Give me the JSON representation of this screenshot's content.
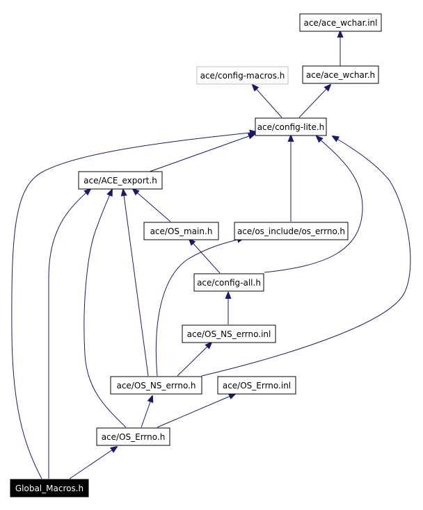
{
  "graph": {
    "nodes": [
      {
        "id": "ace_wchar_inl",
        "label": "ace/ace_wchar.inl"
      },
      {
        "id": "config_macros",
        "label": "ace/config-macros.h",
        "style": "dimmed"
      },
      {
        "id": "ace_wchar_h",
        "label": "ace/ace_wchar.h"
      },
      {
        "id": "config_lite",
        "label": "ace/config-lite.h"
      },
      {
        "id": "ace_export",
        "label": "ace/ACE_export.h"
      },
      {
        "id": "os_main",
        "label": "ace/OS_main.h"
      },
      {
        "id": "os_include_errno",
        "label": "ace/os_include/os_errno.h"
      },
      {
        "id": "config_all",
        "label": "ace/config-all.h"
      },
      {
        "id": "os_ns_errno_inl",
        "label": "ace/OS_NS_errno.inl"
      },
      {
        "id": "os_ns_errno_h",
        "label": "ace/OS_NS_errno.h"
      },
      {
        "id": "os_errno_inl",
        "label": "ace/OS_Errno.inl"
      },
      {
        "id": "os_errno_h",
        "label": "ace/OS_Errno.h"
      },
      {
        "id": "global_macros",
        "label": "Global_Macros.h",
        "style": "root"
      }
    ]
  }
}
